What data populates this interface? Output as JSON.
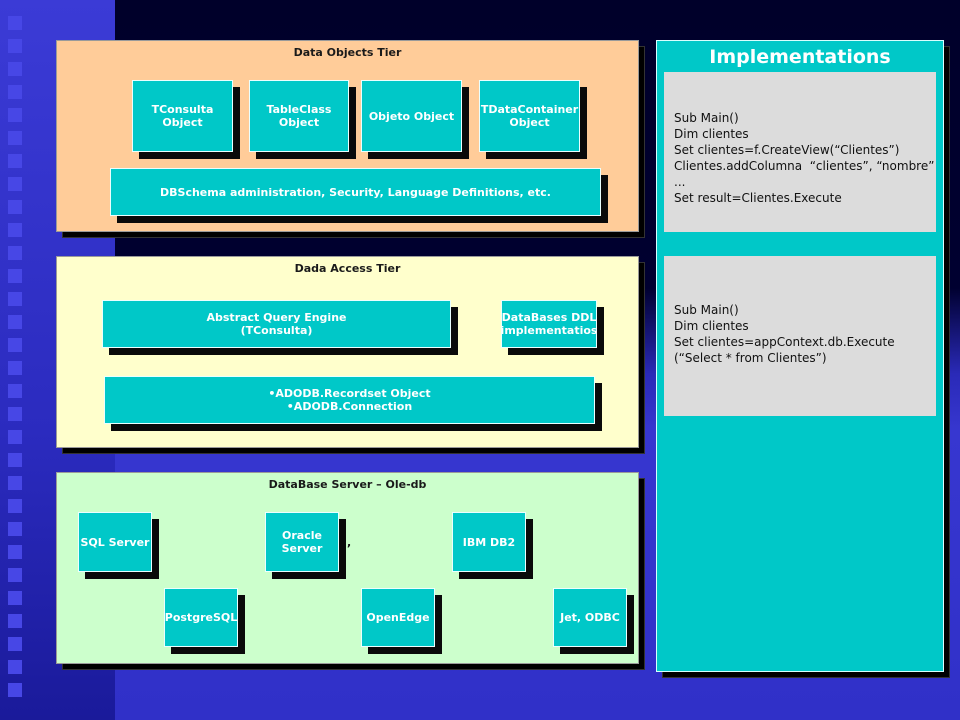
{
  "slide": {
    "data_objects_tier": {
      "title": "Data Objects Tier",
      "objects": [
        "TConsulta\nObject",
        "TableClass\nObject",
        "Objeto Object",
        "TDataContainer\nObject"
      ],
      "schema_box": "DBSchema administration, Security, Language Definitions, etc."
    },
    "data_access_tier": {
      "title": "Dada Access Tier",
      "query_engine": "Abstract Query Engine\n(TConsulta)",
      "ddl_box": "DataBases DDL\nimplementatios",
      "ado_box": "•ADODB.Recordset Object\n•ADODB.Connection"
    },
    "database_server": {
      "title": "DataBase Server – Ole-db",
      "servers": [
        "SQL Server",
        "Oracle Server",
        "IBM DB2",
        "PostgreSQL",
        "OpenEdge",
        "Jet, ODBC"
      ],
      "stray_mark": ","
    },
    "implementations": {
      "title": "Implementations",
      "example1": [
        "Sub Main()",
        "Dim clientes",
        "Set clientes=f.CreateView(“Clientes”)",
        "Clientes.addColumna  “clientes”, “nombre”",
        "...",
        "Set result=Clientes.Execute"
      ],
      "example2": [
        "Sub Main()",
        "Dim clientes",
        "Set clientes=appContext.db.Execute",
        "(“Select * from Clientes”)"
      ]
    },
    "colors": {
      "teal": "#00c8c8",
      "objects_tier_bg": "#ffcc99",
      "access_tier_bg": "#ffffcc",
      "server_tier_bg": "#ccffcc",
      "code_bg": "#dcdcdc"
    }
  }
}
